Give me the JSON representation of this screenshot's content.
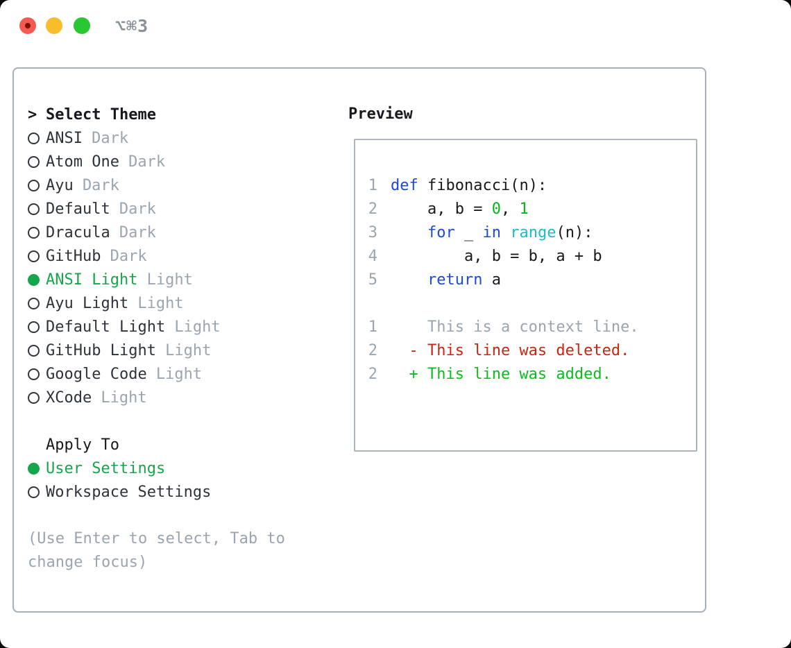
{
  "window": {
    "shortcut_label": "⌥⌘3",
    "traffic_lights": [
      {
        "name": "close"
      },
      {
        "name": "minimize"
      },
      {
        "name": "zoom"
      }
    ]
  },
  "theme_selector": {
    "marker": ">",
    "title": "Select Theme",
    "items": [
      {
        "name": "ANSI",
        "variant": "Dark",
        "selected": false
      },
      {
        "name": "Atom One",
        "variant": "Dark",
        "selected": false
      },
      {
        "name": "Ayu",
        "variant": "Dark",
        "selected": false
      },
      {
        "name": "Default",
        "variant": "Dark",
        "selected": false
      },
      {
        "name": "Dracula",
        "variant": "Dark",
        "selected": false
      },
      {
        "name": "GitHub",
        "variant": "Dark",
        "selected": false
      },
      {
        "name": "ANSI Light",
        "variant": "Light",
        "selected": true
      },
      {
        "name": "Ayu Light",
        "variant": "Light",
        "selected": false
      },
      {
        "name": "Default Light",
        "variant": "Light",
        "selected": false
      },
      {
        "name": "GitHub Light",
        "variant": "Light",
        "selected": false
      },
      {
        "name": "Google Code",
        "variant": "Light",
        "selected": false
      },
      {
        "name": "XCode",
        "variant": "Light",
        "selected": false
      }
    ]
  },
  "apply_to": {
    "title": "Apply To",
    "options": [
      {
        "label": "User Settings",
        "selected": true
      },
      {
        "label": "Workspace Settings",
        "selected": false
      }
    ]
  },
  "help_lines": [
    "(Use Enter to select, Tab to",
    "change focus)"
  ],
  "preview": {
    "title": "Preview",
    "lines": [
      {
        "num": "1",
        "segments": [
          {
            "text": "def",
            "style": "keyword"
          },
          {
            "text": " fibonacci(n):",
            "style": "plain"
          }
        ]
      },
      {
        "num": "2",
        "segments": [
          {
            "text": "    a, b = ",
            "style": "plain"
          },
          {
            "text": "0",
            "style": "number"
          },
          {
            "text": ", ",
            "style": "plain"
          },
          {
            "text": "1",
            "style": "number"
          }
        ]
      },
      {
        "num": "3",
        "segments": [
          {
            "text": "    ",
            "style": "plain"
          },
          {
            "text": "for",
            "style": "keyword"
          },
          {
            "text": " _ ",
            "style": "plain"
          },
          {
            "text": "in",
            "style": "keyword"
          },
          {
            "text": " ",
            "style": "plain"
          },
          {
            "text": "range",
            "style": "builtin"
          },
          {
            "text": "(n):",
            "style": "plain"
          }
        ]
      },
      {
        "num": "4",
        "segments": [
          {
            "text": "        a, b = b, a + b",
            "style": "plain"
          }
        ]
      },
      {
        "num": "5",
        "segments": [
          {
            "text": "    ",
            "style": "plain"
          },
          {
            "text": "return",
            "style": "keyword"
          },
          {
            "text": " a",
            "style": "plain"
          }
        ]
      },
      {
        "num": "",
        "segments": []
      },
      {
        "num": "1",
        "segments": [
          {
            "text": "    This is a context line.",
            "style": "context"
          }
        ]
      },
      {
        "num": "2",
        "segments": [
          {
            "text": "  - This line was deleted.",
            "style": "deleted"
          }
        ]
      },
      {
        "num": "2",
        "segments": [
          {
            "text": "  + This line was added.",
            "style": "added"
          }
        ]
      }
    ]
  },
  "colors": {
    "accent_green": "#17a54a",
    "keyword_blue": "#1c4ad9",
    "builtin_cyan": "#16bec6",
    "number_green": "#04b517",
    "deleted_red": "#cb2412",
    "added_green": "#0abf1d",
    "context_gray": "#9aa5b1",
    "muted_gray": "#9aa5b1",
    "text_black": "#16191d",
    "text_dark": "#2d333a",
    "radio_ring": "#30363d",
    "panel_border": "#a6afb9",
    "preview_border": "#adb5bd",
    "shortcut_gray": "#8b9198",
    "tl_red": "#f45952",
    "tl_red_dot": "#7d1007",
    "tl_yellow": "#f7bd2c",
    "tl_green": "#29c732"
  }
}
